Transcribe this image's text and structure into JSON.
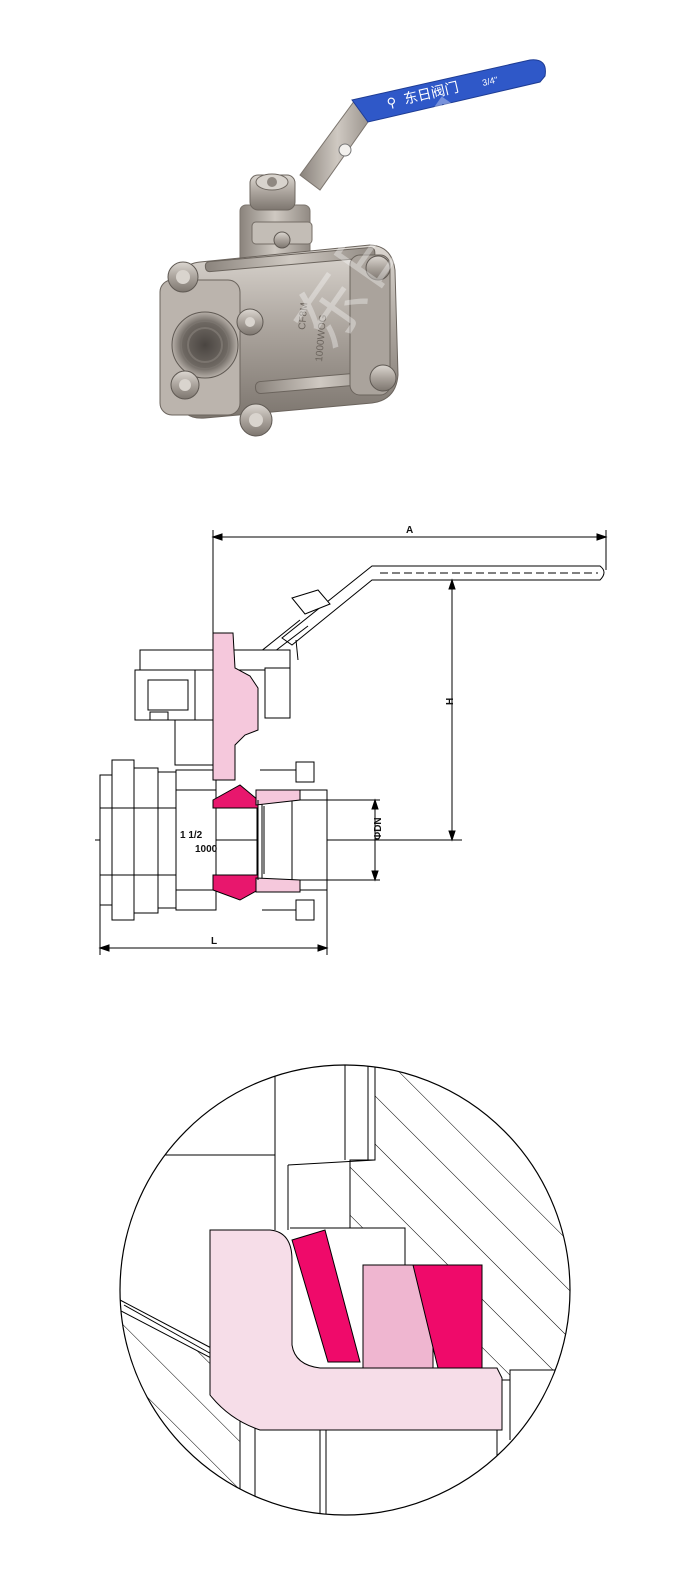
{
  "photo": {
    "handle_brand": "东日阀门",
    "handle_logo": "⚲",
    "handle_size": "3/4\"",
    "body_marks": [
      "CF8M",
      "1000WOG"
    ],
    "watermark": "东日阀门",
    "colors": {
      "handle": "#2f58c8",
      "steel": "#b9b3ad"
    }
  },
  "drawing": {
    "dim_a": "A",
    "dim_h": "H",
    "dim_l": "L",
    "dim_dn": "ΦDN",
    "size_mark": "1 1/2",
    "pressure_mark": "1000",
    "colors": {
      "section_fill": "#f5c8dc",
      "ball_fill": "#e8176d",
      "line": "#000000"
    }
  },
  "detail": {
    "colors": {
      "seat_fill": "#f6dde8",
      "gasket_magenta": "#ef0a6a",
      "gasket_light": "#efb6d0",
      "line": "#000000"
    }
  }
}
